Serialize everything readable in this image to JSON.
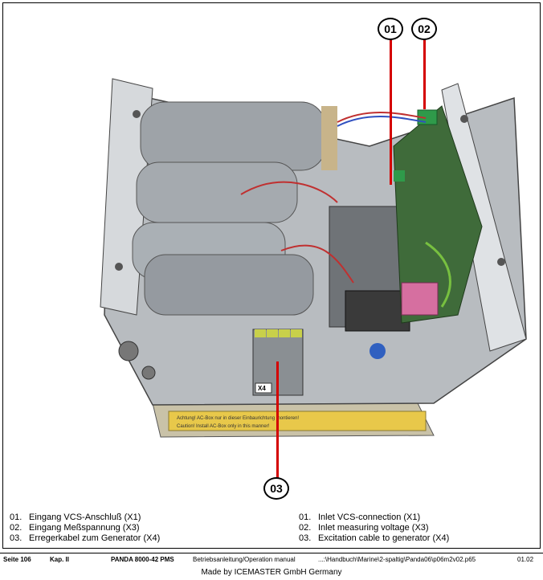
{
  "callouts": {
    "c01": "01",
    "c02": "02",
    "c03": "03"
  },
  "legend": {
    "german": [
      {
        "num": "01.",
        "text": "Eingang VCS-Anschluß (X1)"
      },
      {
        "num": "02.",
        "text": "Eingang Meßspannung (X3)"
      },
      {
        "num": "03.",
        "text": "Erregerkabel zum Generator (X4)"
      }
    ],
    "english": [
      {
        "num": "01.",
        "text": "Inlet VCS-connection (X1)"
      },
      {
        "num": "02.",
        "text": "Inlet measuring voltage (X3)"
      },
      {
        "num": "03.",
        "text": "Excitation cable to generator (X4)"
      }
    ]
  },
  "footer": {
    "page": "Seite 106",
    "chapter": "Kap. II",
    "model": "PANDA 8000-42 PMS",
    "manual": "Betriebsanleitung/Operation manual",
    "path": "...:\\Handbuch\\Marine\\2-spaltig\\Panda06\\p06m2v02.p65",
    "date": "01.02",
    "made_by": "Made by ICEMASTER GmbH Germany"
  },
  "photo_labels": {
    "terminal": "X4",
    "warning_line1": "Achtung! AC-Box nur in dieser Einbaurichtung montieren!",
    "warning_line2": "Caution! Install AC-Box only in this manner!"
  },
  "colors": {
    "leader": "#d40000",
    "chassis": "#b8bcc0",
    "capacitor": "#9ea3a8",
    "pcb": "#3f6b3a",
    "warning_label": "#e8c84a"
  }
}
